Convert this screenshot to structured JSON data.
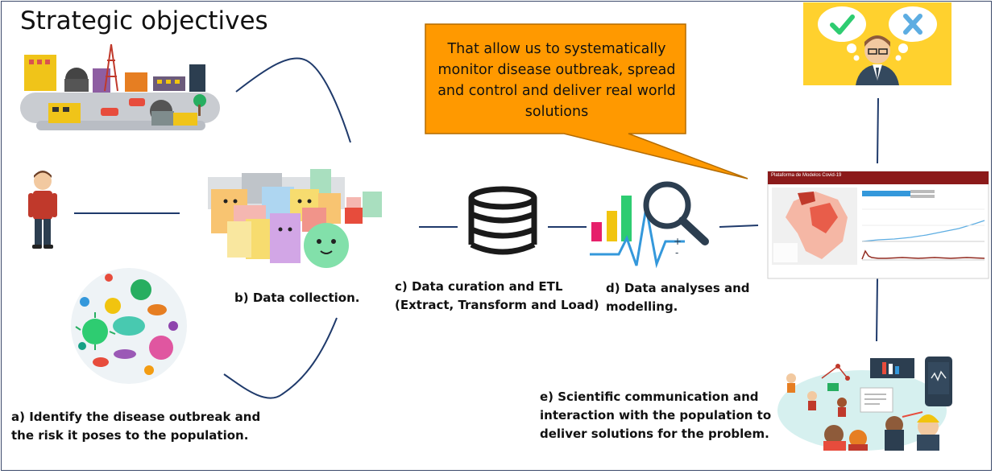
{
  "title": "Strategic objectives",
  "callout": {
    "lines": [
      "That allow us to systematically",
      "monitor disease outbreak, spread",
      "and control and deliver real world",
      "solutions"
    ]
  },
  "steps": {
    "a": [
      "a) Identify the disease outbreak and",
      "the risk it poses to the population."
    ],
    "b": [
      "b) Data collection."
    ],
    "c": [
      "c) Data curation and ETL",
      "(Extract, Transform and Load)"
    ],
    "d": [
      "d) Data analyses and",
      "modelling."
    ],
    "e": [
      "e) Scientific communication and",
      "interaction with the population to",
      "deliver solutions for the problem."
    ]
  },
  "dashboard": {
    "header": "Plataforma de Modelos Covid-19"
  },
  "colors": {
    "connector": "#1f3a6b",
    "callout_fill": "#ff9900",
    "callout_border": "#b36b00",
    "decision_bg": "#ffd12e",
    "dashboard_header": "#8b1a1a"
  }
}
